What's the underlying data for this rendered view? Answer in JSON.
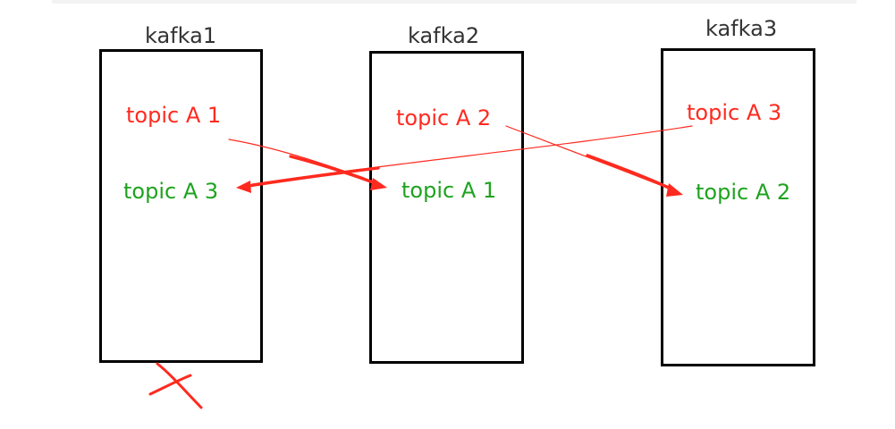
{
  "brokers": [
    {
      "title": "kafka1",
      "leader_topic": "topic A 1",
      "replica_topic": "topic A 3"
    },
    {
      "title": "kafka2",
      "leader_topic": "topic A 2",
      "replica_topic": "topic A 1"
    },
    {
      "title": "kafka3",
      "leader_topic": "topic A 3",
      "replica_topic": "topic A 2"
    }
  ],
  "colors": {
    "background": "#ffffff",
    "box_border": "#000000",
    "title": "#333333",
    "leader": "#ff2a1f",
    "replica": "#1fa31f",
    "arrow": "#ff2a1f",
    "failure_mark": "#ff2a1f"
  },
  "icons": {
    "failure_mark": "cross-mark-icon"
  }
}
